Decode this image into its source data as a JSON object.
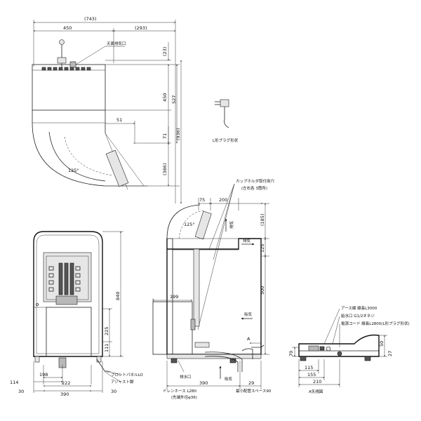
{
  "top_view": {
    "total_width": "(743)",
    "left_width": "450",
    "right_width": "(293)",
    "callout_exhaust": "天面排気口",
    "dim_23": "(23)",
    "dim_450": "450",
    "dim_527": "527",
    "dim_936": "(936)",
    "dim_71": "71",
    "dim_51": "51",
    "dim_386": "(386)",
    "angle_125": "125°"
  },
  "plug": {
    "label": "L形プラグ形状"
  },
  "front_view": {
    "dim_840": "840",
    "dim_225": "225",
    "dim_111": "111",
    "dim_114": "114",
    "dim_30_left": "30",
    "dim_198": "198",
    "dim_222": "222",
    "dim_390": "390",
    "dim_30_right": "30",
    "label_front_panel": "フロントパネルLO",
    "label_adjuster": "アジャスト脚"
  },
  "side_view": {
    "callout_cup_holder": "カップホルダ取付用穴",
    "callout_cup_holder_sub": "(左右各 3箇所)",
    "dim_75": "75",
    "dim_200": "200",
    "dim_185": "(185)",
    "dim_125": "125",
    "dim_500": "500",
    "dim_199": "199",
    "angle_125": "125°",
    "label_exhaust_1": "排気",
    "label_exhaust_2": "排気",
    "label_intake_1": "吸気",
    "label_intake_2": "吸気",
    "label_drain": "排水口",
    "label_drain_hose": "ドレンホース L280",
    "label_drain_hose_sub": "(先端外径φ36)",
    "dim_390": "390",
    "dim_29": "29",
    "label_min_space": "最小配管スペース90",
    "label_A": "A"
  },
  "a_view": {
    "label_earth": "アース線 線長L3000",
    "label_water": "給水口 G1/2オネジ",
    "label_cord": "電源コード 線長L2800(L形プラグ形状)",
    "dim_70": "70",
    "dim_50": "50",
    "dim_27": "27",
    "dim_115": "115",
    "dim_155": "155",
    "dim_210": "210",
    "title": "A矢視図"
  }
}
